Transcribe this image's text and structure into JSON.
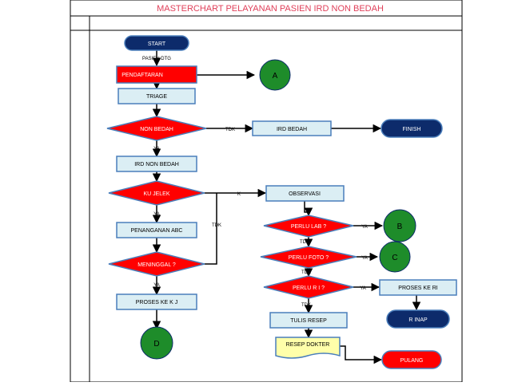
{
  "title": "MASTERCHART PELAYANAN PASIEN IRD NON BEDAH",
  "nodes": {
    "start": "START",
    "pendaftaran": "PENDAFTARAN",
    "triage": "TRIAGE",
    "non_bedah": "NON BEDAH",
    "ird_bedah": "IRD BEDAH",
    "finish": "FINISH",
    "ird_non_bedah": "IRD NON BEDAH",
    "ku_jelek": "KU JELEK",
    "observasi": "OBSERVASI",
    "penanganan_abc": "PENANGANAN ABC",
    "perlu_lab": "PERLU LAB ?",
    "perlu_foto": "PERLU FOTO ?",
    "meninggal": "MENINGGAL ?",
    "perlu_ri": "PERLU R I ?",
    "proses_ke_ri": "PROSES KE RI",
    "proses_ke_kj": "PROSES KE K J",
    "r_inap": "R INAP",
    "tulis_resep": "TULIS RESEP",
    "resep_dokter": "RESEP DOKTER",
    "pulang": "PULANG",
    "conn_a": "A",
    "conn_b": "B",
    "conn_c": "C",
    "conn_d": "D"
  },
  "labels": {
    "pasien_dtg": "PASIEN DTG",
    "tdk_non_bedah": "TDK",
    "ya_non_bedah": "YA",
    "tdk_ku_jelek": "K",
    "ya_ku_jelek": "YA",
    "tdk_meninggal": "TDK",
    "ya_meninggal": "YA",
    "ya_lab": "YA",
    "tdk_lab": "TDK",
    "ya_foto": "YA",
    "tdk_foto": "TDK",
    "ya_ri": "YA",
    "tdk_ri": "TDK"
  },
  "colors": {
    "title_text": "#e0405a",
    "red": "#ff0000",
    "green": "#1e8c2a",
    "navy": "#0d2b6b",
    "process_fill": "#dbeef4",
    "process_border": "#4a7ebb",
    "document_fill": "#ffffaa",
    "line": "#000000"
  }
}
